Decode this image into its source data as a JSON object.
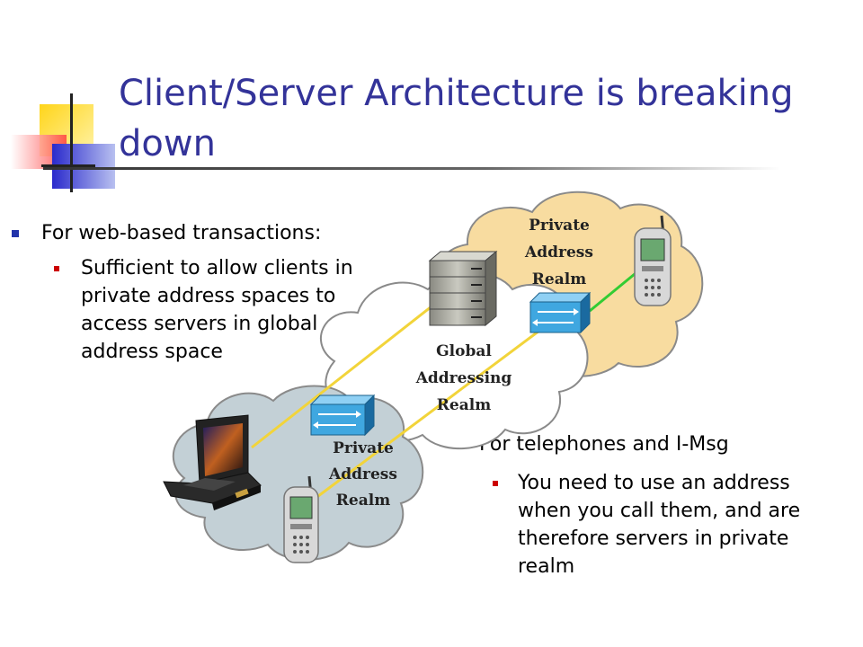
{
  "slide": {
    "title": "Client/Server Architecture is breaking down"
  },
  "bullets_left": {
    "heading": "For web-based transactions:",
    "sub_lines": [
      "Sufficient to allow clients in",
      "private address spaces to",
      "access servers in global",
      "address space"
    ]
  },
  "bullets_right": {
    "heading": "For telephones and I-Msg",
    "sub_lines": [
      "You need to use an address",
      "when you call them, and are",
      "therefore servers in private",
      "realm"
    ]
  },
  "diagram": {
    "realm_top": [
      "Private",
      "Address",
      "Realm"
    ],
    "realm_global": [
      "Global",
      "Addressing",
      "Realm"
    ],
    "realm_bottom": [
      "Private",
      "Address",
      "Realm"
    ]
  },
  "colors": {
    "title": "#333399",
    "private_cloud": "#f8dca0",
    "global_cloud": "#ffffff",
    "bottom_cloud": "#c3d0d6",
    "client_links": "#f2d43a",
    "phone_link": "#33cc33",
    "nat_box": "#3fa7e0"
  },
  "icons": [
    "server-icon",
    "nat-router-icon",
    "mobile-phone-icon",
    "laptop-icon"
  ]
}
